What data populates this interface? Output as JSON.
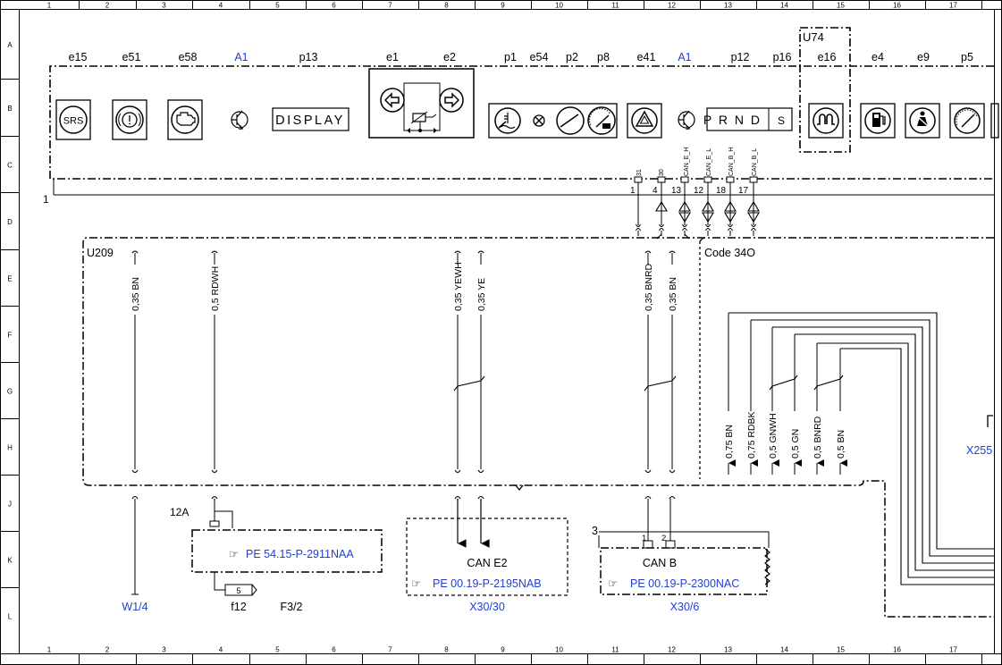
{
  "grid": {
    "columns": [
      "1",
      "2",
      "3",
      "4",
      "5",
      "6",
      "7",
      "8",
      "9",
      "10",
      "11",
      "12",
      "13",
      "14",
      "15",
      "16",
      "17"
    ],
    "rows": [
      "A",
      "B",
      "C",
      "D",
      "E",
      "F",
      "G",
      "H",
      "J",
      "K",
      "L"
    ]
  },
  "cluster": {
    "ref_labels": [
      "e15",
      "e51",
      "e58",
      "A1",
      "p13",
      "e1",
      "e2",
      "p1",
      "e54",
      "p2",
      "p8",
      "e41",
      "A1",
      "p12",
      "p16",
      "e16",
      "e4",
      "e9",
      "p5"
    ],
    "srs_label": "SRS",
    "display_label": "DISPLAY",
    "gear_label": "P R N D",
    "gear_s": "S",
    "u74": "U74",
    "line_number": "1",
    "connector_names": [
      "31",
      "30",
      "CAN_E_H",
      "CAN_E_L",
      "CAN_B_H",
      "CAN_B_L"
    ],
    "pin_numbers": [
      "1",
      "4",
      "13",
      "12",
      "18",
      "17"
    ]
  },
  "harness": {
    "label": "U209",
    "code_label": "Code 34O",
    "wires": [
      "0,35 BN",
      "0,5 RDWH",
      "0,35 YEWH",
      "0,35 YE",
      "0,35 BNRD",
      "0,35 BN"
    ],
    "right_wires": [
      "0,75 BN",
      "0,75 RDBK",
      "0,5 GNWH",
      "0,5 GN",
      "0,5 BNRD",
      "0,5 BN"
    ]
  },
  "bottom": {
    "w1_4": "W1/4",
    "label_12a": "12A",
    "ref_pe_54": "PE 54.15-P-2911NAA",
    "fuse_pin": "5",
    "f12": "f12",
    "f3_2": "F3/2",
    "can_e2": "CAN E2",
    "ref_pe_2195": "PE 00.19-P-2195NAB",
    "x30_30": "X30/30",
    "label_3": "3",
    "can_b_pins": [
      "1",
      "2"
    ],
    "can_b": "CAN B",
    "ref_pe_2300": "PE 00.19-P-2300NAC",
    "x30_6": "X30/6",
    "x255": "X255"
  }
}
